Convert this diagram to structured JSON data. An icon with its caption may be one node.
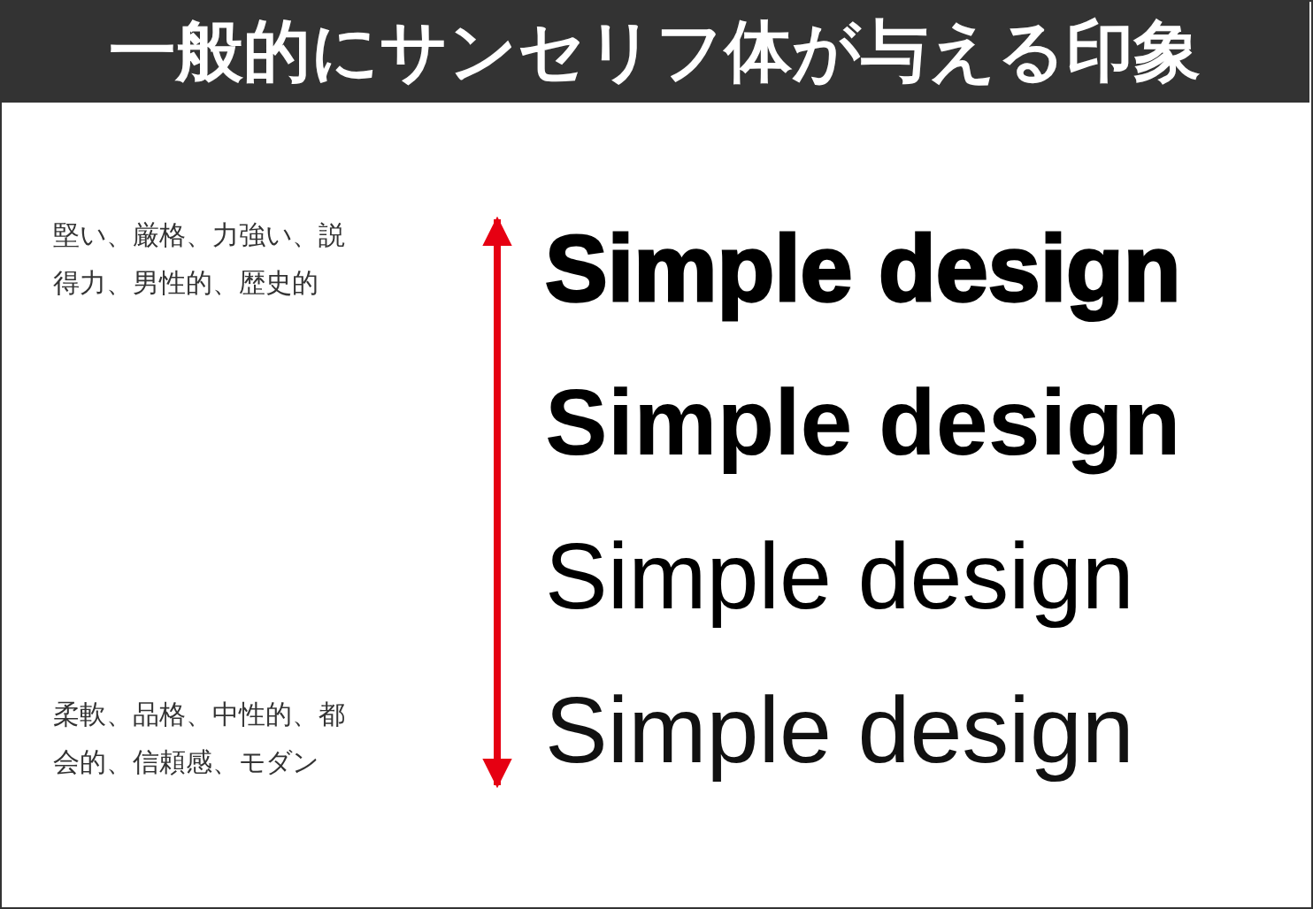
{
  "diagram": {
    "title": "一般的にサンセリフ体が与える印象",
    "labels": [
      "堅い、厳格、力強い、説得力、男性的、歴史的",
      "Simple design",
      "Simple design",
      "Simple design",
      "柔軟、品格、中性的、都会的、信頼感、モダン",
      "Simple design"
    ]
  }
}
